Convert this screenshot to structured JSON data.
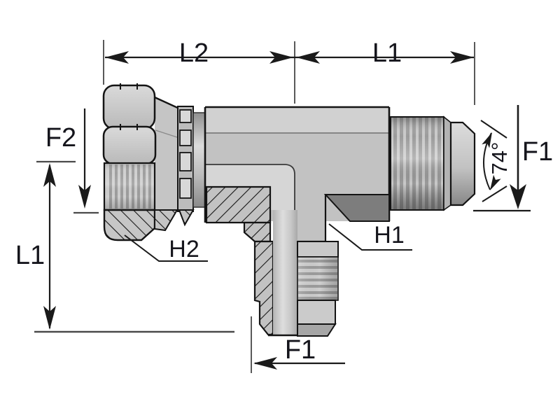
{
  "diagram": {
    "type": "technical-drawing",
    "subject": "Run tee adapter fitting: female swivel nut x male JIC 74-degree flare, side port and bottom port, shown in partial cross-section",
    "labels": {
      "dim_top_left": "L2",
      "dim_top_right": "L1",
      "dim_left_upper": "F2",
      "dim_left_lower": "L1",
      "hex_swivel_nut": "H2",
      "hex_branch": "H1",
      "dim_right_thread": "F1",
      "dim_bottom_thread": "F1",
      "flare_angle": "74°"
    },
    "colors": {
      "background": "#ffffff",
      "line": "#1a1a1a",
      "label_text": "#15151c",
      "metal_light": "#d6d6d6",
      "metal_mid": "#c2c2c2",
      "metal_shadow": "#7d7d7d",
      "thread_dark": "#9d9d9d"
    }
  }
}
